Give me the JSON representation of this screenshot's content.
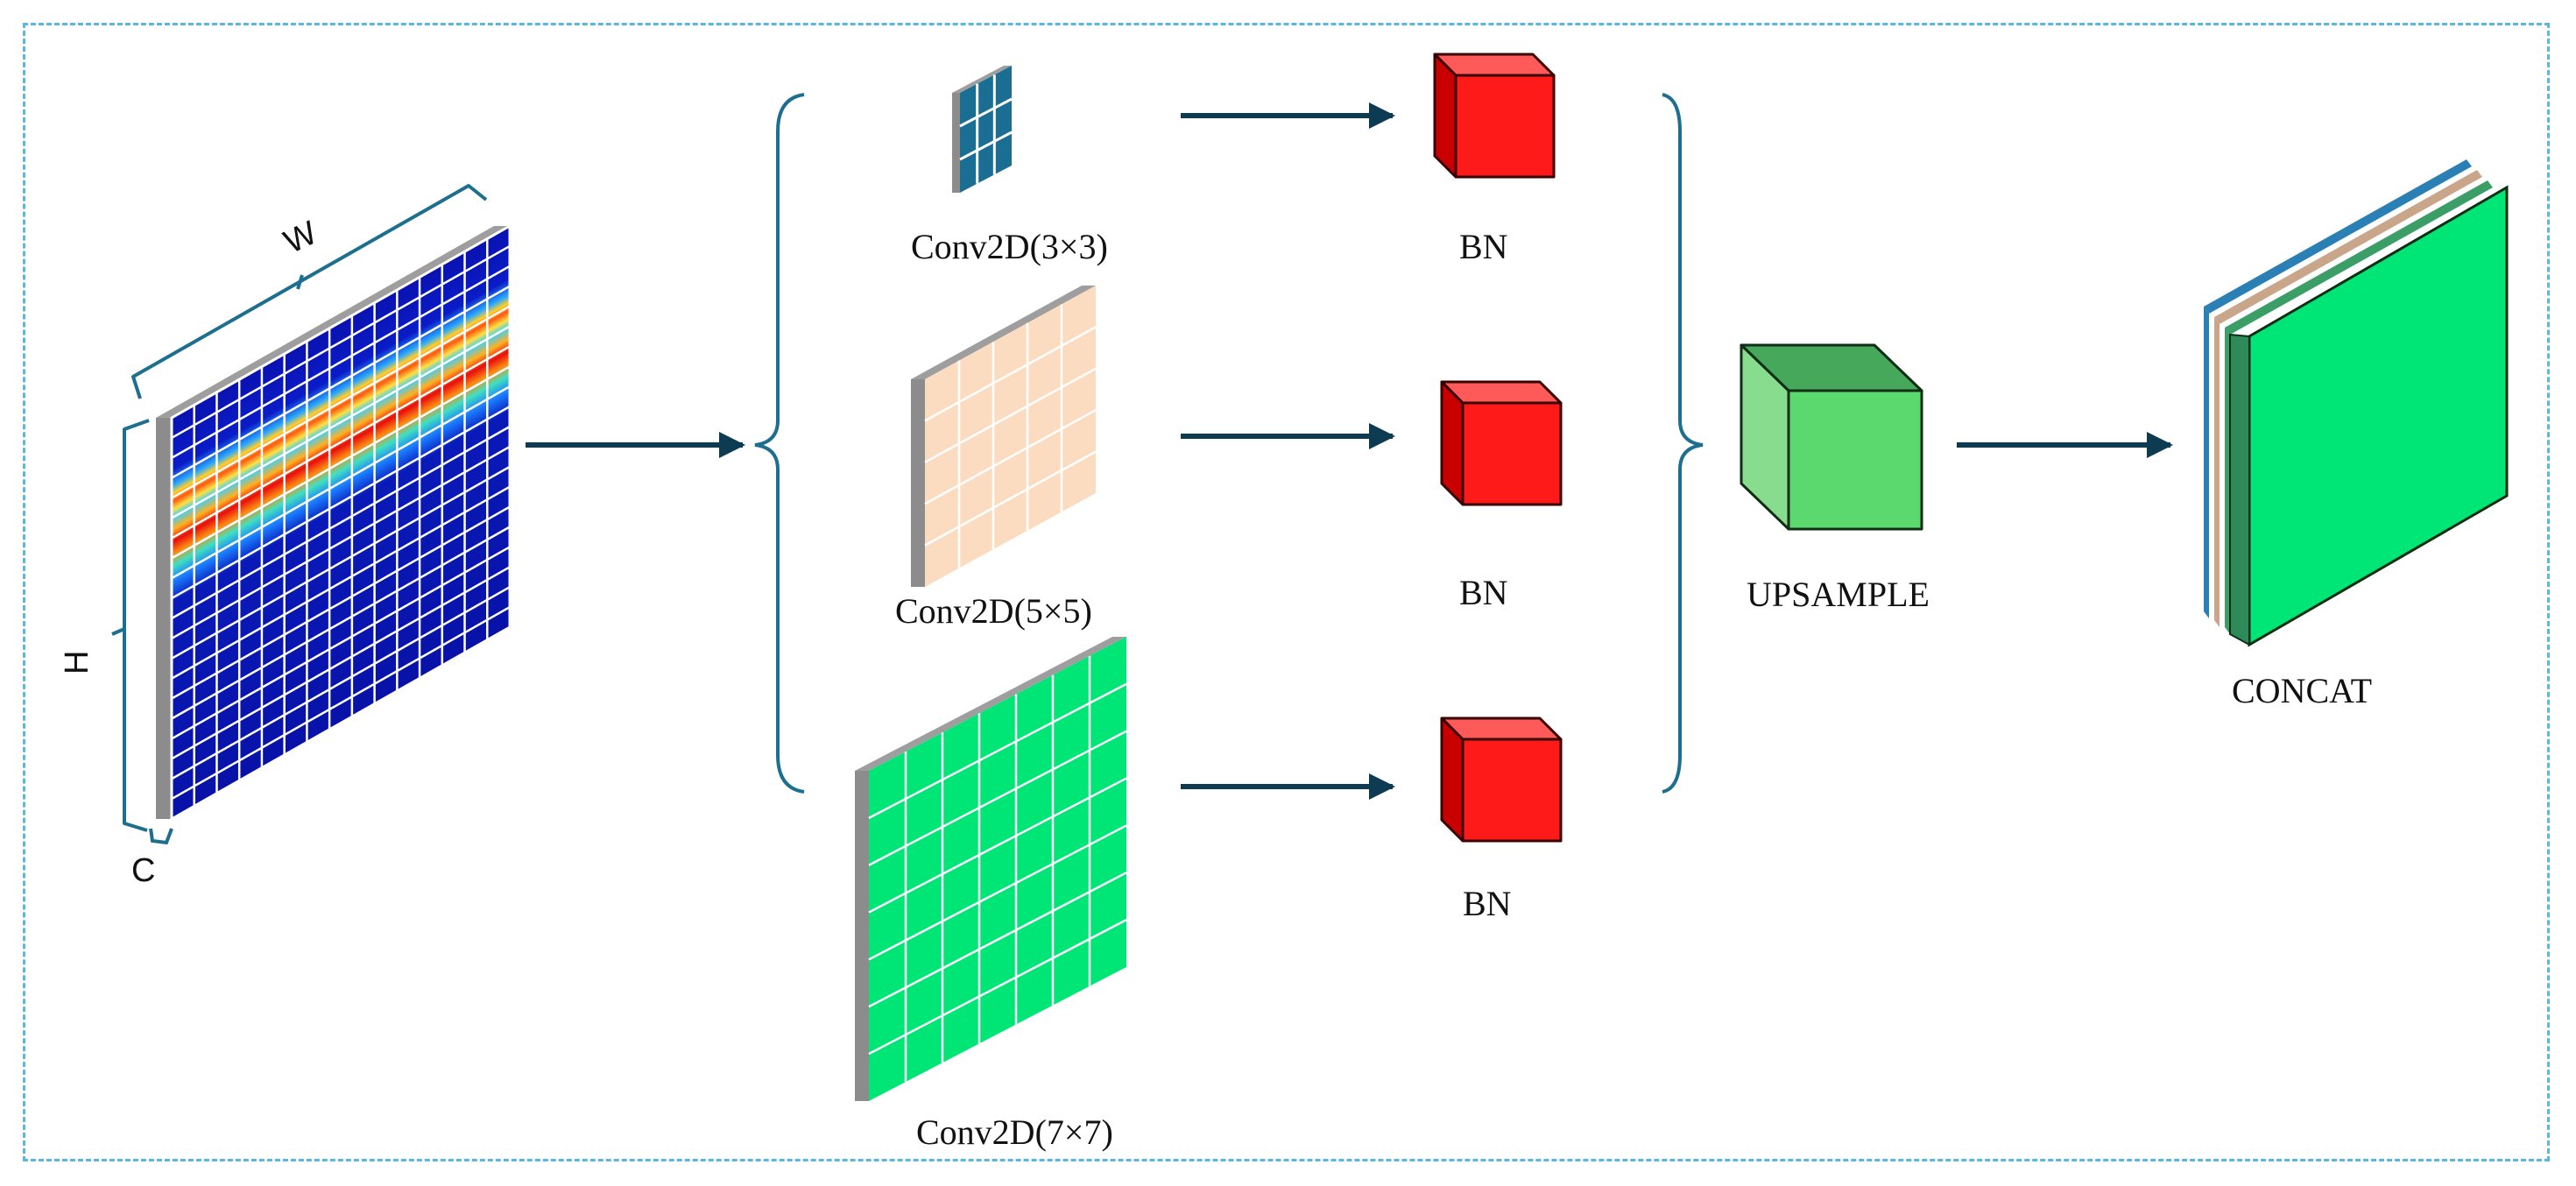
{
  "diagram": {
    "input": {
      "dim_w": "W",
      "dim_h": "H",
      "dim_c": "C"
    },
    "branches": [
      {
        "conv_label": "Conv2D(3×3)",
        "kernel": 3,
        "kernel_color": "#1a6e94",
        "bn_label": "BN"
      },
      {
        "conv_label": "Conv2D(5×5)",
        "kernel": 5,
        "kernel_color": "#fcdcc0",
        "bn_label": "BN"
      },
      {
        "conv_label": "Conv2D(7×7)",
        "kernel": 7,
        "kernel_color": "#00e676",
        "bn_label": "BN"
      }
    ],
    "upsample": {
      "label": "UPSAMPLE",
      "color": "#5cd96e"
    },
    "concat": {
      "label": "CONCAT",
      "layer_colors": [
        "#2a7fb5",
        "#c9a58a",
        "#3a9e66",
        "#00e676"
      ]
    },
    "colors": {
      "arrow": "#0d3b52",
      "bracket": "#1d6f8f",
      "bn_cube": "#ff1a1a",
      "frame": "#5ab7e0",
      "depth_gray": "#8c8c8c"
    }
  }
}
